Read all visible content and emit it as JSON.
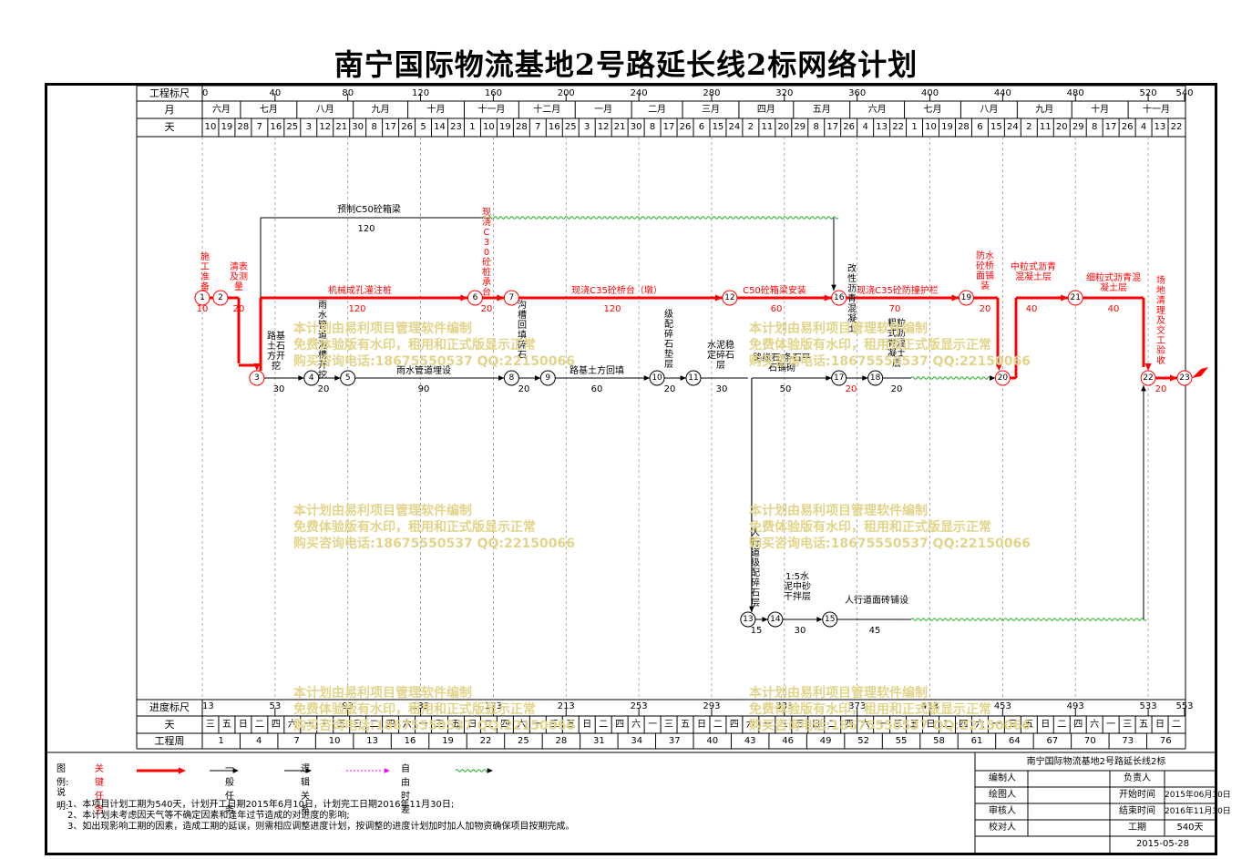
{
  "title": "南宁国际物流基地2号路延长线2标网络计划",
  "header": {
    "scale_label": "工程标尺",
    "month_label": "月",
    "day_label": "天",
    "scale_ticks": [
      "0",
      "40",
      "80",
      "120",
      "160",
      "200",
      "240",
      "280",
      "320",
      "360",
      "400",
      "440",
      "480",
      "520",
      "540"
    ],
    "months": [
      "六月",
      "七月",
      "八月",
      "九月",
      "十月",
      "十一月",
      "十二月",
      "一月",
      "二月",
      "三月",
      "四月",
      "五月",
      "六月",
      "七月",
      "八月",
      "九月",
      "十月",
      "十一月"
    ],
    "days": [
      "10",
      "19",
      "28",
      "7",
      "16",
      "25",
      "3",
      "12",
      "21",
      "30",
      "8",
      "17",
      "26",
      "5",
      "14",
      "23",
      "1",
      "10",
      "19",
      "28",
      "7",
      "16",
      "25",
      "3",
      "12",
      "21",
      "30",
      "8",
      "17",
      "26",
      "6",
      "15",
      "24",
      "2",
      "11",
      "20",
      "29",
      "8",
      "17",
      "26",
      "4",
      "13",
      "22",
      "1",
      "10",
      "19",
      "28",
      "6",
      "15",
      "24",
      "2",
      "11",
      "20",
      "29",
      "8",
      "17",
      "26",
      "4",
      "13",
      "22"
    ]
  },
  "footer_scale": {
    "progress_label": "进度标尺",
    "day_label": "天",
    "week_label": "工程周",
    "progress_ticks": [
      "13",
      "53",
      "93",
      "133",
      "173",
      "213",
      "253",
      "293",
      "333",
      "373",
      "413",
      "453",
      "493",
      "533",
      "553"
    ],
    "weekdays": [
      "三",
      "五",
      "日",
      "二",
      "四",
      "六",
      "一",
      "三",
      "五",
      "日",
      "二",
      "四",
      "六",
      "一",
      "三",
      "五",
      "日",
      "二",
      "四",
      "六",
      "一",
      "三",
      "五",
      "日",
      "二",
      "四",
      "六",
      "一",
      "三",
      "五",
      "日",
      "二",
      "四",
      "六",
      "一",
      "三",
      "五",
      "日",
      "二",
      "四",
      "六",
      "一",
      "三",
      "五",
      "日",
      "二",
      "四",
      "六",
      "一",
      "三",
      "五",
      "日",
      "二",
      "四",
      "六",
      "一",
      "三",
      "五",
      "日",
      "二"
    ],
    "weeks": [
      "1",
      "4",
      "7",
      "10",
      "13",
      "16",
      "19",
      "22",
      "25",
      "28",
      "31",
      "34",
      "37",
      "40",
      "43",
      "46",
      "49",
      "52",
      "55",
      "58",
      "61",
      "64",
      "67",
      "70",
      "73",
      "76"
    ]
  },
  "nodes": [
    "1",
    "2",
    "3",
    "4",
    "5",
    "6",
    "7",
    "8",
    "9",
    "10",
    "11",
    "12",
    "13",
    "14",
    "15",
    "16",
    "17",
    "18",
    "19",
    "20",
    "21",
    "22",
    "23"
  ],
  "tasks": {
    "t_prep": {
      "name": "施工准备",
      "days": "10"
    },
    "t_clear": {
      "name": "清表及测量",
      "days": "20"
    },
    "t_pile": {
      "name": "机械成孔灌注桩",
      "days": "120"
    },
    "t_precast": {
      "name": "预制C50砼箱梁",
      "days": "120"
    },
    "t_cap": {
      "name": "现浇C30砼桩承台",
      "days": "20"
    },
    "t_pier": {
      "name": "现浇C35砼桥台（墩）",
      "days": "120"
    },
    "t_girder": {
      "name": "C50砼箱梁安装",
      "days": "60"
    },
    "t_deck": {
      "name": "改性沥青混凝土",
      "days": "20"
    },
    "t_rail": {
      "name": "现浇C35砼防撞护栏",
      "days": "70"
    },
    "t_water": {
      "name": "防水砼桥面铺装",
      "days": "20"
    },
    "t_mid": {
      "name": "中粒式沥青混凝土层",
      "days": "40"
    },
    "t_fine": {
      "name": "细粒式沥青混凝土层",
      "days": "40"
    },
    "t_final": {
      "name": "场地清理及交工验收",
      "days": "20"
    },
    "t_earth": {
      "name": "路基土石方开挖",
      "days": "30"
    },
    "t_drain": {
      "name": "雨水管道沟槽开挖",
      "days": "20"
    },
    "t_pipe": {
      "name": "雨水管道埋设",
      "days": "90"
    },
    "t_back": {
      "name": "沟槽回填碎石",
      "days": "20"
    },
    "t_fill": {
      "name": "路基土方回填",
      "days": "60"
    },
    "t_grade": {
      "name": "级配碎石垫层",
      "days": "20"
    },
    "t_cement": {
      "name": "水泥稳定碎石层",
      "days": "30"
    },
    "t_curb": {
      "name": "路缘石/条石平石铺砌",
      "days": "50"
    },
    "t_asph": {
      "name": "粗粒式沥青混凝土层",
      "days": "20"
    },
    "t_walk1": {
      "name": "人行道级配碎石层",
      "days": "15"
    },
    "t_walk2": {
      "name": "1:5水泥中砂干拌层",
      "days": "30"
    },
    "t_walk3": {
      "name": "人行道面砖铺设",
      "days": "45"
    }
  },
  "watermark": {
    "line1": "本计划由易利项目管理软件编制",
    "line2": "免费体验版有水印，租用和正式版显示正常",
    "line3": "购买咨询电话:18675550537 QQ:22150066"
  },
  "legend": {
    "label": "图例:",
    "critical": "关键任务",
    "normal": "一般任务",
    "logic": "逻辑关系",
    "float": "自由时差",
    "colors": {
      "critical": "#ff0000",
      "normal": "#000000",
      "logic": "#000000",
      "float_dot": "#ff00ff",
      "float_wave": "#22aa22"
    }
  },
  "notes": {
    "heading": "说明:",
    "lines": [
      "1、本项目计划工期为540天，计划开工日期2015年6月10日，计划完工日期2016年11月30日;",
      "2、本计划未考虑因天气等不确定因素和逢年过节造成的对进度的影响;",
      "3、如出现影响工期的因素，造成工期的延误，则需相应调整进度计划，按调整的进度计划加时加人加物资确保项目按期完成。"
    ]
  },
  "title_block": {
    "project": "南宁国际物流基地2号路延长线2标",
    "editor_label": "编制人",
    "drawer_label": "绘图人",
    "reviewer_label": "审核人",
    "checker_label": "校对人",
    "owner_label": "负责人",
    "start_label": "开始时间",
    "start_value": "2015年06月10日",
    "end_label": "结束时间",
    "end_value": "2016年11月30日",
    "duration_label": "工期",
    "duration_value": "540天",
    "date": "2015-05-28"
  }
}
